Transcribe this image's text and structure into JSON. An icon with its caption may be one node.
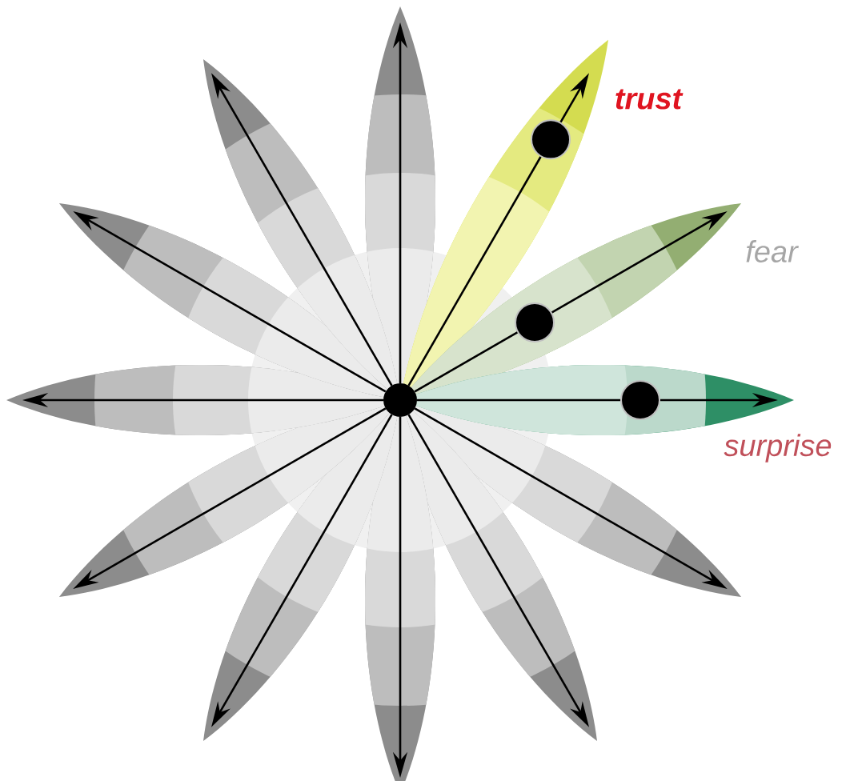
{
  "diagram": {
    "nodes": [
      {
        "text": [],
        "shape": "circle"
      },
      {
        "text": [],
        "shape": "circle"
      },
      {
        "text": [],
        "shape": "circle"
      },
      {
        "text": [],
        "shape": "circle"
      }
    ],
    "edges": [
      {
        "from": 0,
        "to": null,
        "arrow": "to"
      },
      {
        "from": 1,
        "to": null,
        "arrow": "to"
      },
      {
        "from": 2,
        "to": null,
        "arrow": "to"
      },
      {
        "from": 3,
        "to": null,
        "arrow": "to"
      },
      {
        "from": 0,
        "to": null,
        "arrow": "to"
      },
      {
        "from": 0,
        "to": null,
        "arrow": "to"
      },
      {
        "from": 0,
        "to": null,
        "arrow": "to"
      },
      {
        "from": 0,
        "to": null,
        "arrow": "to"
      },
      {
        "from": 0,
        "to": null,
        "arrow": "to"
      },
      {
        "from": 0,
        "to": null,
        "arrow": "to"
      },
      {
        "from": 0,
        "to": null,
        "arrow": "to"
      },
      {
        "from": 0,
        "to": null,
        "arrow": "to"
      },
      {
        "from": 0,
        "to": 1,
        "arrow": "none"
      },
      {
        "from": 0,
        "to": 2,
        "arrow": "none"
      },
      {
        "from": 0,
        "to": 3,
        "arrow": "none"
      }
    ],
    "labels": [
      "trust",
      "fear",
      "surprise"
    ]
  }
}
